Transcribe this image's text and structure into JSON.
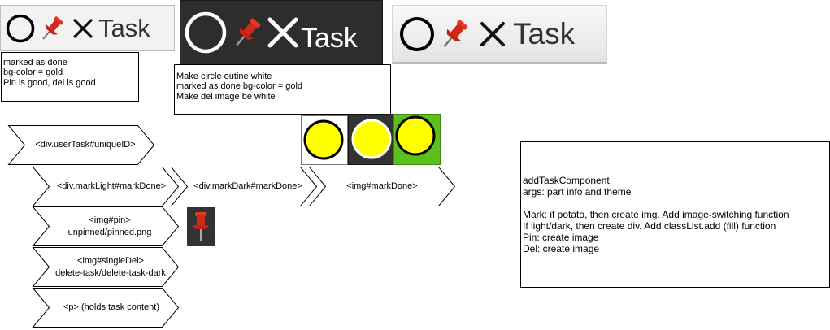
{
  "toolbars": {
    "light": {
      "label": "Task",
      "icons": [
        "circle-outline-icon",
        "pushpin-icon",
        "close-x-icon"
      ],
      "background": "#f2f2f2",
      "text_color": "#333333"
    },
    "dark": {
      "label": "Task",
      "icons": [
        "circle-outline-icon",
        "pushpin-icon",
        "close-x-icon"
      ],
      "background": "#2d2d2d",
      "text_color": "#ffffff"
    },
    "potato": {
      "label": "Task",
      "icons": [
        "circle-outline-icon",
        "pushpin-icon",
        "close-x-icon"
      ],
      "background": "#efefef",
      "text_color": "#333333"
    }
  },
  "notes": {
    "light": "marked as done\nbg-color = gold\nPin is good, del is good",
    "dark": "Make circle outine white\nmarked as done bg-color = gold\nMake del image be white"
  },
  "swatches": {
    "fill_color": "#ffff00",
    "items": [
      {
        "name": "light-swatch",
        "background": "#ffffff",
        "ring": "#000000"
      },
      {
        "name": "dark-swatch",
        "background": "#333333",
        "ring": "#ffffff"
      },
      {
        "name": "green-swatch",
        "background": "#5cbf1a",
        "ring": "#000000"
      }
    ]
  },
  "diagram": {
    "root": "<div.userTask#uniqueID>",
    "mark_light": "<div.markLight#markDone>",
    "mark_dark": "<div.markDark#markDone>",
    "mark_img": "<img#markDone>",
    "pin": "<img#pin>\nunpinned/pinned.png",
    "del": "<img#singleDel>\ndelete-task/delete-task-dark",
    "content": "<p> (holds task content)"
  },
  "pin_icon": {
    "name": "pushpin-icon",
    "background": "#333333",
    "pin_color": "#e0321e"
  },
  "component_box": {
    "text": "addTaskComponent\nargs: part info and theme\n\nMark: if potato, then create img. Add image-switching function\nIf light/dark, then create div. Add classList.add (fill) function\nPin: create image\nDel: create image"
  }
}
